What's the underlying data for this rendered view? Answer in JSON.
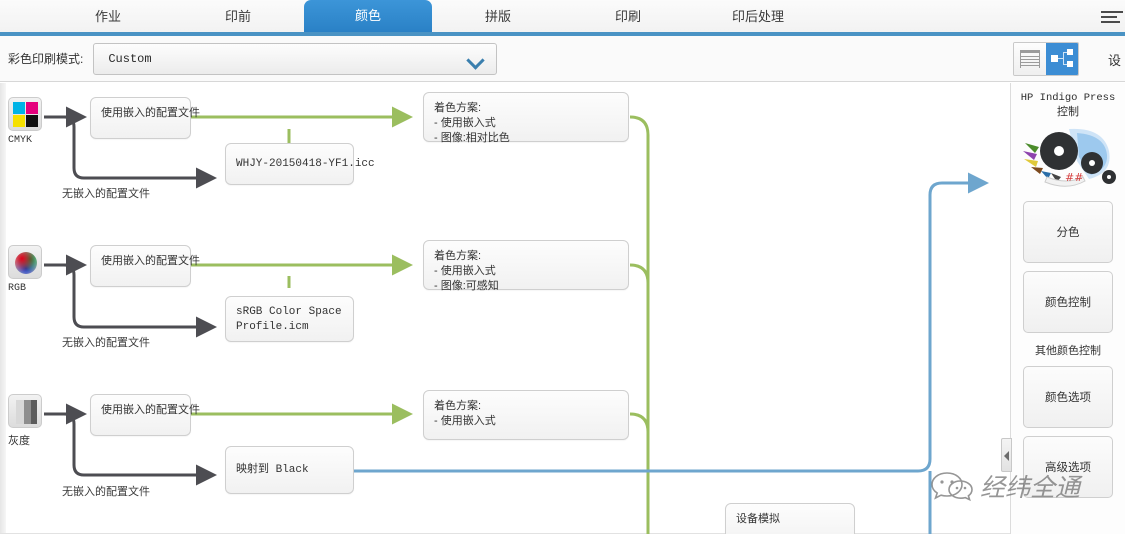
{
  "tabs": [
    {
      "id": "job",
      "label": "作业",
      "active": false
    },
    {
      "id": "prepress",
      "label": "印前",
      "active": false
    },
    {
      "id": "color",
      "label": "颜色",
      "active": true
    },
    {
      "id": "imposition",
      "label": "拼版",
      "active": false
    },
    {
      "id": "print",
      "label": "印刷",
      "active": false
    },
    {
      "id": "postpress",
      "label": "印后处理",
      "active": false
    }
  ],
  "toolbar": {
    "mode_label": "彩色印刷模式:",
    "mode_value": "Custom",
    "mode_placeholder": "Custom",
    "view_list_name": "list-view",
    "view_flow_name": "flow-view",
    "edge_text": "设"
  },
  "colorspaces": [
    {
      "id": "cmyk",
      "caption": "CMYK",
      "caption_cn": false
    },
    {
      "id": "rgb",
      "caption": "RGB",
      "caption_cn": false
    },
    {
      "id": "gray",
      "caption": "灰度",
      "caption_cn": true
    }
  ],
  "flow": {
    "embedded_label": "使用嵌入的配置文件",
    "no_embedded_label": "无嵌入的配置文件",
    "cmyk": {
      "embedded_box": "使用嵌入的配置文件",
      "profile_box": "WHJY-20150418-YF1.icc",
      "intent_title": "着色方案:",
      "intent_lines": [
        "- 使用嵌入式",
        "- 图像:相对比色"
      ],
      "no_embedded": "无嵌入的配置文件"
    },
    "rgb": {
      "embedded_box": "使用嵌入的配置文件",
      "profile_box_line1": "sRGB Color Space",
      "profile_box_line2": "Profile.icm",
      "intent_title": "着色方案:",
      "intent_lines": [
        "- 使用嵌入式",
        "- 图像:可感知"
      ],
      "no_embedded": "无嵌入的配置文件"
    },
    "gray": {
      "embedded_box": "使用嵌入的配置文件",
      "profile_box": "映射到 Black",
      "intent_title": "着色方案:",
      "intent_lines": [
        "- 使用嵌入式"
      ],
      "no_embedded": "无嵌入的配置文件"
    },
    "device_sim": "设备模拟"
  },
  "right_panel": {
    "title_line1": "HP Indigo Press",
    "title_line2": "控制",
    "buttons": [
      {
        "id": "separation",
        "label": "分色"
      },
      {
        "id": "color-control",
        "label": "颜色控制"
      }
    ],
    "sub_label": "其他颜色控制",
    "buttons2": [
      {
        "id": "color-options",
        "label": "颜色选项"
      },
      {
        "id": "advanced-options",
        "label": "高级选项"
      }
    ]
  },
  "watermark": {
    "text": "经纬全通"
  },
  "colors": {
    "accent": "#3c8dd4",
    "tab_underline": "#4a93c4",
    "wire_dark": "#4d4d52",
    "wire_green": "#9bbe5f",
    "wire_blue": "#6ea6ce",
    "node_border": "#cfcfcf"
  }
}
